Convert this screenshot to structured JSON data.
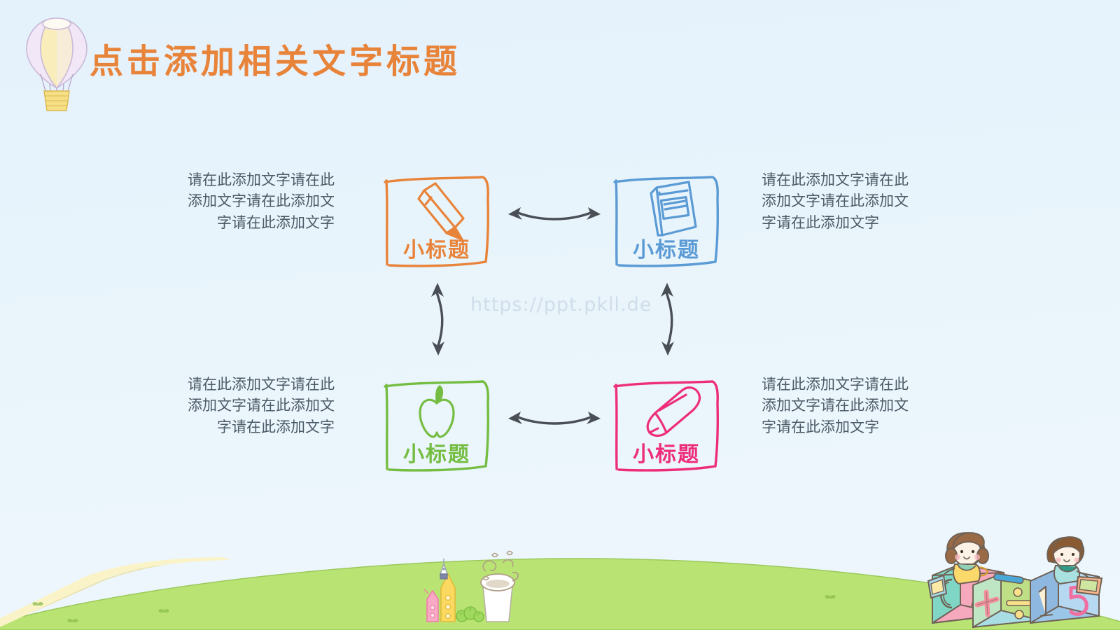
{
  "slide": {
    "background_color": "#e8f4fb",
    "hill_color": "#b9e473",
    "path_color": "#fbf3c8"
  },
  "header": {
    "title": "点击添加相关文字标题",
    "title_color": "#E8833A",
    "balloon_icon": "hot-air-balloon-icon"
  },
  "watermark": {
    "text": "https://ppt.pkll.de",
    "color": "#cfdeea"
  },
  "arrows": {
    "color": "#4a4f56",
    "top_label": "double-headed-arrow-horizontal",
    "bottom_label": "double-headed-arrow-horizontal",
    "left_label": "double-headed-arrow-vertical",
    "right_label": "double-headed-arrow-vertical"
  },
  "cards": [
    {
      "id": "top-left",
      "caption": "小标题",
      "color": "#E8833A",
      "icon": "pencil-icon"
    },
    {
      "id": "top-right",
      "caption": "小标题",
      "color": "#5B9BD5",
      "icon": "book-icon"
    },
    {
      "id": "bottom-left",
      "caption": "小标题",
      "color": "#74BD42",
      "icon": "apple-icon"
    },
    {
      "id": "bottom-right",
      "caption": "小标题",
      "color": "#EE2D7A",
      "icon": "eraser-icon"
    }
  ],
  "paragraphs": [
    {
      "id": "top-left",
      "align": "right",
      "text": "请在此添加文字请在此添加文字请在此添加文字请在此添加文字"
    },
    {
      "id": "top-right",
      "align": "left",
      "text": "请在此添加文字请在此添加文字请在此添加文字请在此添加文字"
    },
    {
      "id": "bottom-left",
      "align": "right",
      "text": "请在此添加文字请在此添加文字请在此添加文字请在此添加文字"
    },
    {
      "id": "bottom-right",
      "align": "left",
      "text": "请在此添加文字请在此添加文字请在此添加文字请在此添加文字"
    }
  ],
  "decorations": {
    "center": "pencil-castle-illustration",
    "kids": "children-on-alphabet-blocks-illustration"
  }
}
